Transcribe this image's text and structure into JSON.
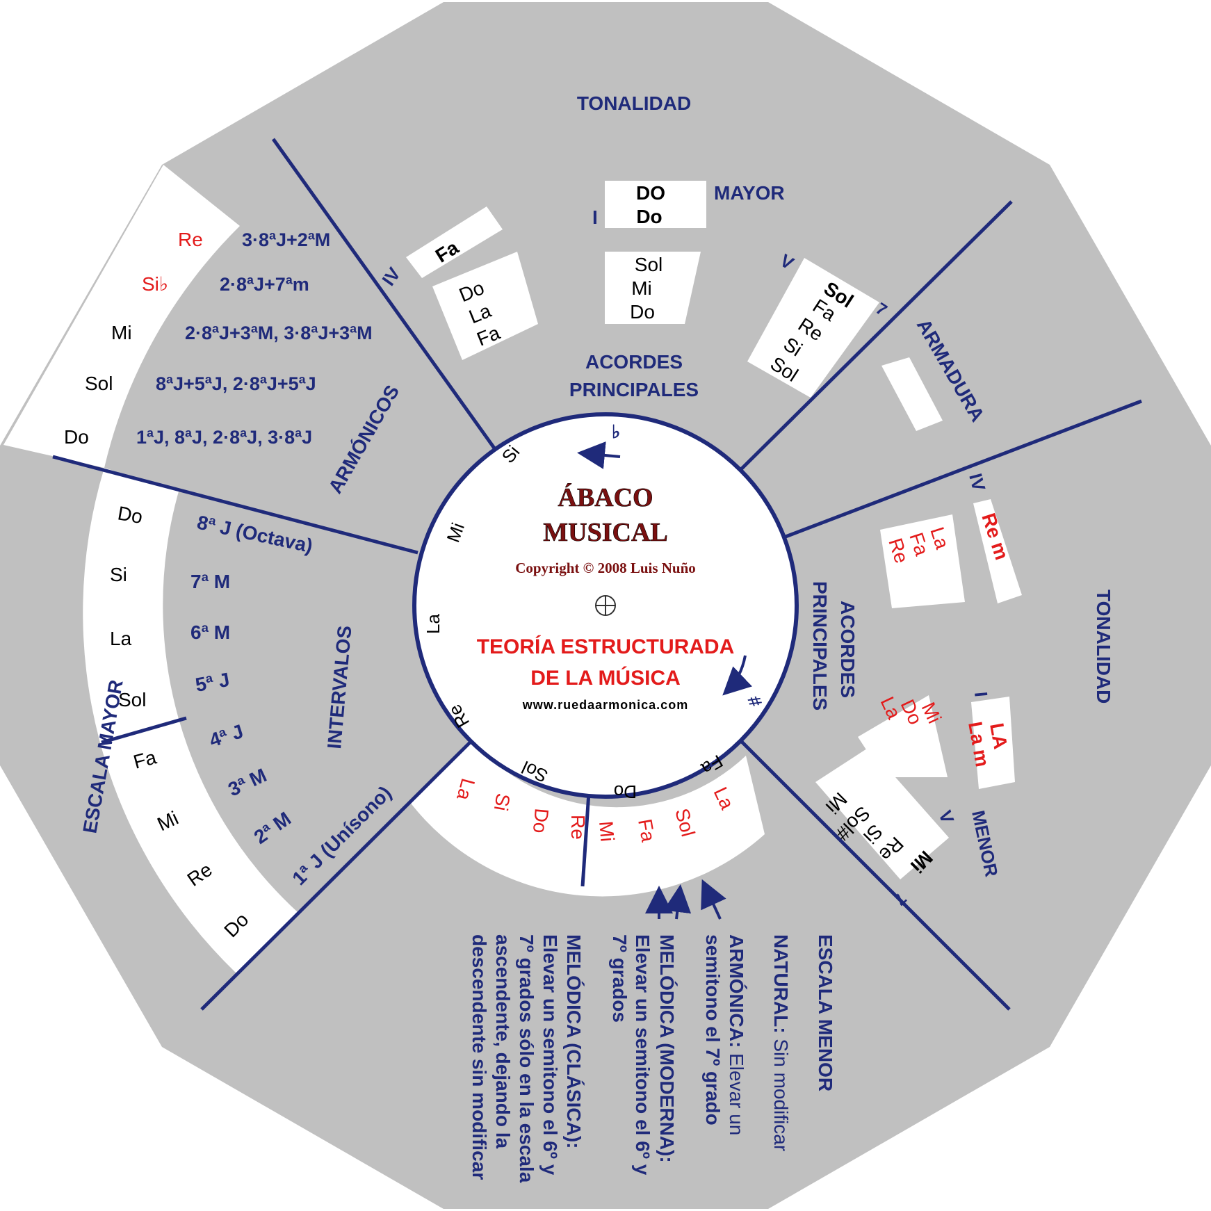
{
  "colors": {
    "background": "#c0c0c0",
    "navy": "#1f2a7a",
    "red": "#e31b1b",
    "dark_red": "#7a1010",
    "white": "#ffffff"
  },
  "center": {
    "title_1": "ÁBACO",
    "title_2": "MUSICAL",
    "copyright": "Copyright © 2008 Luis Nuño",
    "theory_1": "TEORÍA ESTRUCTURADA",
    "theory_2": "DE LA MÚSICA",
    "website": "www.ruedaarmonica.com",
    "flat_symbol": "♭",
    "sharp_symbol": "#",
    "ring_notes": {
      "si": "Si",
      "mi": "Mi",
      "la": "La",
      "re": "Re",
      "sol": "Sol",
      "do": "Do",
      "fa": "Fa"
    }
  },
  "tonalidad_mayor": {
    "header": "TONALIDAD",
    "mode": "MAYOR",
    "key_upper": "DO",
    "key_lower": "Do",
    "degree_I": "I",
    "degree_IV": "IV",
    "degree_V": "V",
    "seventh": "7",
    "chord_I": [
      "Sol",
      "Mi",
      "Do"
    ],
    "chord_IV_root": "Fa",
    "chord_IV": [
      "Do",
      "La",
      "Fa"
    ],
    "chord_V": [
      "Sol",
      "Fa",
      "Re",
      "Si",
      "Sol"
    ],
    "acordes_1": "ACORDES",
    "acordes_2": "PRINCIPALES"
  },
  "armadura": {
    "label": "ARMADURA"
  },
  "tonalidad_menor": {
    "header": "TONALIDAD",
    "mode": "MENOR",
    "key_upper": "LA",
    "key_lower": "La m",
    "iv_root": "Re m",
    "degree_I": "I",
    "degree_IV": "IV",
    "degree_V": "V",
    "seventh": "7",
    "chord_IV": [
      "La",
      "Fa",
      "Re"
    ],
    "chord_I": [
      "Mi",
      "Do",
      "La"
    ],
    "chord_V_root": "Mi",
    "chord_V": [
      "Re",
      "Si",
      "Sol#",
      "Mi"
    ],
    "acordes_1": "ACORDES",
    "acordes_2": "PRINCIPALES"
  },
  "escala_menor": {
    "title": "ESCALA MENOR",
    "natural_label": "NATURAL:",
    "natural_text": "Sin modificar",
    "armonica_label": "ARMÓNICA:",
    "armonica_text_1": "Elevar un",
    "armonica_text_2": "semitono el 7º grado",
    "moderna_label": "MELÓDICA (MODERNA):",
    "moderna_text_1": "Elevar un semitono el 6º y",
    "moderna_text_2": "7º grados",
    "clasica_label": "MELÓDICA (CLÁSICA):",
    "clasica_text_1": "Elevar un semitono el 6º y",
    "clasica_text_2": "7º grados sólo en la escala",
    "clasica_text_3": "ascendente, dejando la",
    "clasica_text_4": "descendente sin modificar",
    "notes_desc": [
      "La",
      "Si",
      "Do",
      "Re"
    ],
    "notes_asc": [
      "Mi",
      "Fa",
      "Sol",
      "La"
    ]
  },
  "intervalos": {
    "label": "INTERVALOS",
    "scale_label": "ESCALA MAYOR",
    "notes": [
      "Do",
      "Si",
      "La",
      "Sol",
      "Fa",
      "Mi",
      "Re",
      "Do"
    ],
    "names": [
      "8ª J (Octava)",
      "7ª M",
      "6ª M",
      "5ª J",
      "4ª J",
      "3ª M",
      "2ª M",
      "1ª J (Unísono)"
    ]
  },
  "armonicos": {
    "label": "ARMÓNICOS",
    "notes": [
      "Re",
      "Si♭",
      "Mi",
      "Sol",
      "Do"
    ],
    "values": [
      "3·8ªJ+2ªM",
      "2·8ªJ+7ªm",
      "2·8ªJ+3ªM, 3·8ªJ+3ªM",
      "8ªJ+5ªJ, 2·8ªJ+5ªJ",
      "1ªJ, 8ªJ, 2·8ªJ, 3·8ªJ"
    ]
  }
}
